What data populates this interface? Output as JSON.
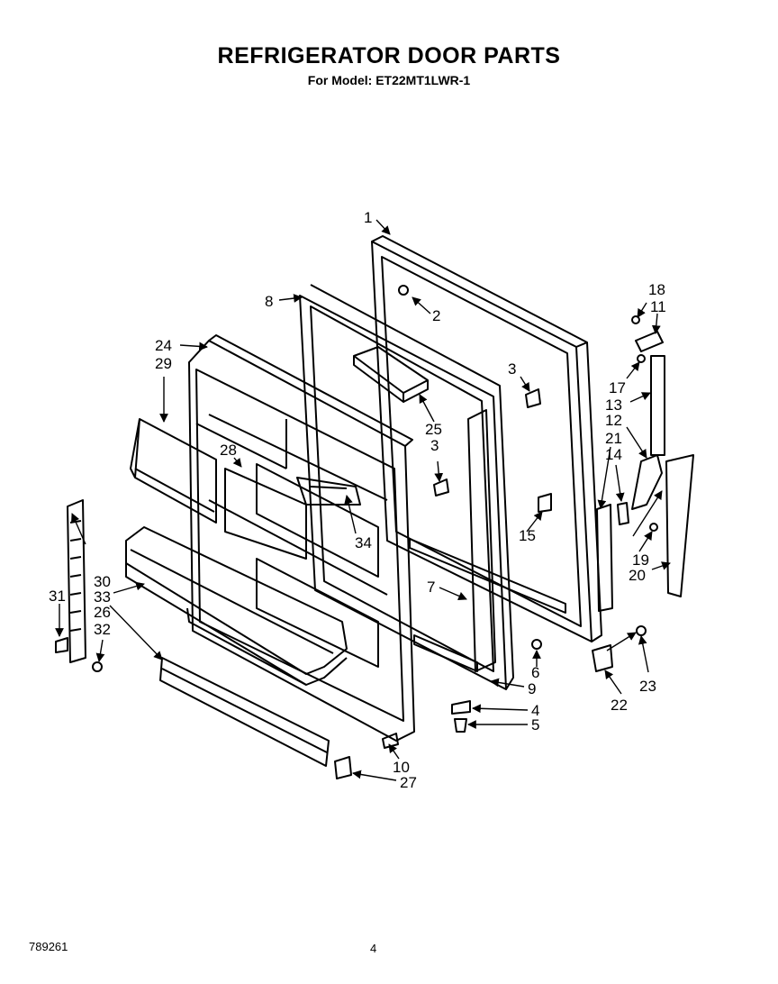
{
  "title": "REFRIGERATOR DOOR PARTS",
  "subtitle": "For Model: ET22MT1LWR-1",
  "footer": {
    "code": "789261",
    "page": "4"
  },
  "callouts": [
    {
      "id": "p1",
      "text": "1"
    },
    {
      "id": "p2",
      "text": "2"
    },
    {
      "id": "p3a",
      "text": "3"
    },
    {
      "id": "p3b",
      "text": "3"
    },
    {
      "id": "p4",
      "text": "4"
    },
    {
      "id": "p5",
      "text": "5"
    },
    {
      "id": "p6",
      "text": "6"
    },
    {
      "id": "p7",
      "text": "7"
    },
    {
      "id": "p8",
      "text": "8"
    },
    {
      "id": "p9",
      "text": "9"
    },
    {
      "id": "p10",
      "text": "10"
    },
    {
      "id": "p11",
      "text": "11"
    },
    {
      "id": "p12",
      "text": "12"
    },
    {
      "id": "p13",
      "text": "13"
    },
    {
      "id": "p14",
      "text": "14"
    },
    {
      "id": "p15",
      "text": "15"
    },
    {
      "id": "p17",
      "text": "17"
    },
    {
      "id": "p18",
      "text": "18"
    },
    {
      "id": "p19",
      "text": "19"
    },
    {
      "id": "p20",
      "text": "20"
    },
    {
      "id": "p21",
      "text": "21"
    },
    {
      "id": "p22",
      "text": "22"
    },
    {
      "id": "p23",
      "text": "23"
    },
    {
      "id": "p24",
      "text": "24"
    },
    {
      "id": "p25",
      "text": "25"
    },
    {
      "id": "p26",
      "text": "26"
    },
    {
      "id": "p27",
      "text": "27"
    },
    {
      "id": "p28",
      "text": "28"
    },
    {
      "id": "p29",
      "text": "29"
    },
    {
      "id": "p30",
      "text": "30"
    },
    {
      "id": "p31",
      "text": "31"
    },
    {
      "id": "p32",
      "text": "32"
    },
    {
      "id": "p33",
      "text": "33"
    },
    {
      "id": "p34",
      "text": "34"
    }
  ]
}
